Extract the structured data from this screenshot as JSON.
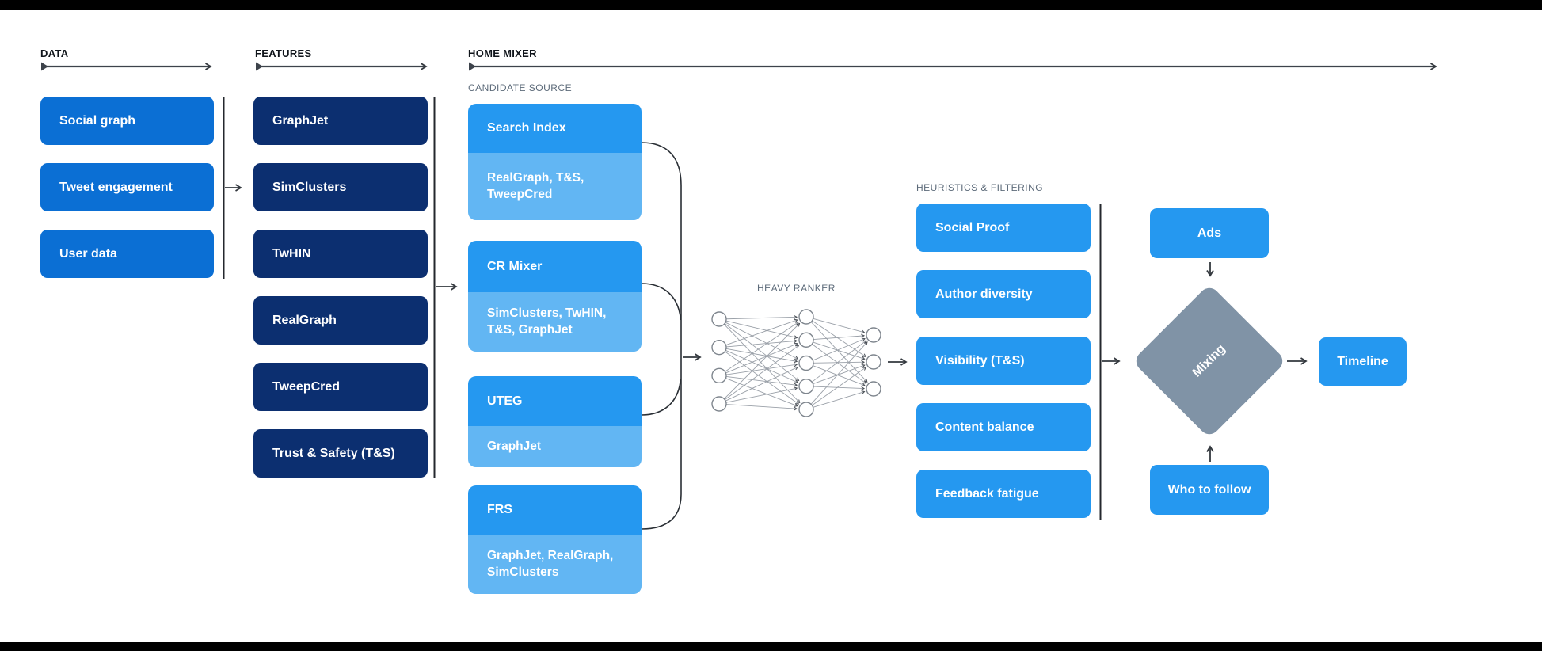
{
  "colors": {
    "data_box": "#0b6fd4",
    "feature_box": "#0c2f70",
    "candidate_main": "#2598f0",
    "candidate_sub": "#62b6f3",
    "mixing_diamond": "#8093a6",
    "sublabel_gray": "#5d6b7a",
    "line": "#33383e",
    "letterbox": "#000000"
  },
  "sections": {
    "data": {
      "label": "DATA",
      "items": [
        "Social graph",
        "Tweet engagement",
        "User data"
      ]
    },
    "features": {
      "label": "FEATURES",
      "items": [
        "GraphJet",
        "SimClusters",
        "TwHIN",
        "RealGraph",
        "TweepCred",
        "Trust & Safety (T&S)"
      ]
    },
    "home_mixer": {
      "label": "HOME MIXER",
      "candidate_source": {
        "label": "CANDIDATE SOURCE",
        "items": [
          {
            "title": "Search Index",
            "sub": "RealGraph, T&S, TweepCred"
          },
          {
            "title": "CR Mixer",
            "sub": "SimClusters, TwHIN, T&S, GraphJet"
          },
          {
            "title": "UTEG",
            "sub": "GraphJet"
          },
          {
            "title": "FRS",
            "sub": "GraphJet, RealGraph, SimClusters"
          }
        ]
      },
      "heavy_ranker": {
        "label": "HEAVY RANKER",
        "network": {
          "input_nodes": 4,
          "hidden_nodes": 5,
          "output_nodes": 3
        }
      },
      "heuristics": {
        "label": "HEURISTICS & FILTERING",
        "items": [
          "Social Proof",
          "Author diversity",
          "Visibility (T&S)",
          "Content balance",
          "Feedback fatigue"
        ]
      },
      "mixing_stage": {
        "ads": "Ads",
        "mixing": "Mixing",
        "who_to_follow": "Who to follow",
        "timeline": "Timeline"
      }
    }
  }
}
